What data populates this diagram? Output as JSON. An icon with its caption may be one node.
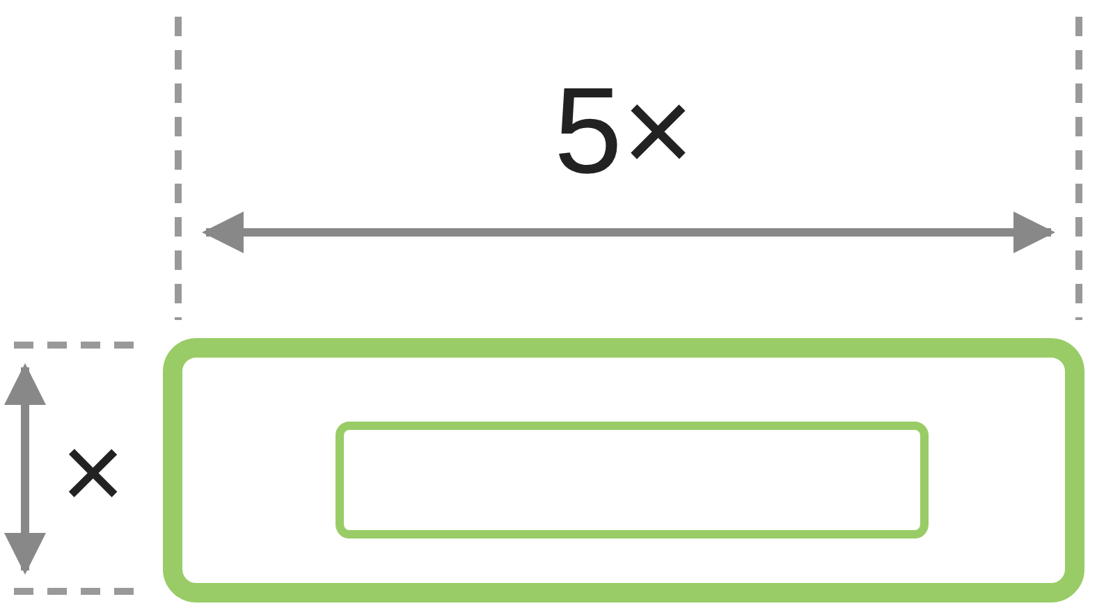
{
  "diagram": {
    "nodes": [
      {
        "text": [],
        "shape": "box"
      },
      {
        "text": [],
        "shape": "box",
        "in": 0
      }
    ],
    "labels": [
      "5×",
      "×"
    ]
  }
}
